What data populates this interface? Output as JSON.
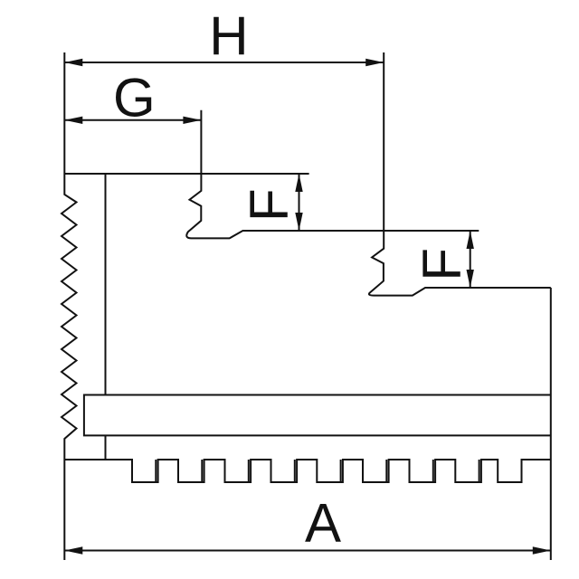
{
  "drawing": {
    "kind": "technical dimension drawing",
    "subject": "lathe chuck solid jaw side profile",
    "background_color": "#ffffff",
    "line_color": "#121212",
    "labels": {
      "overall_width_top": "H",
      "first_step_width": "G",
      "first_step_height": "F",
      "second_step_height": "F",
      "total_width": "A"
    }
  }
}
